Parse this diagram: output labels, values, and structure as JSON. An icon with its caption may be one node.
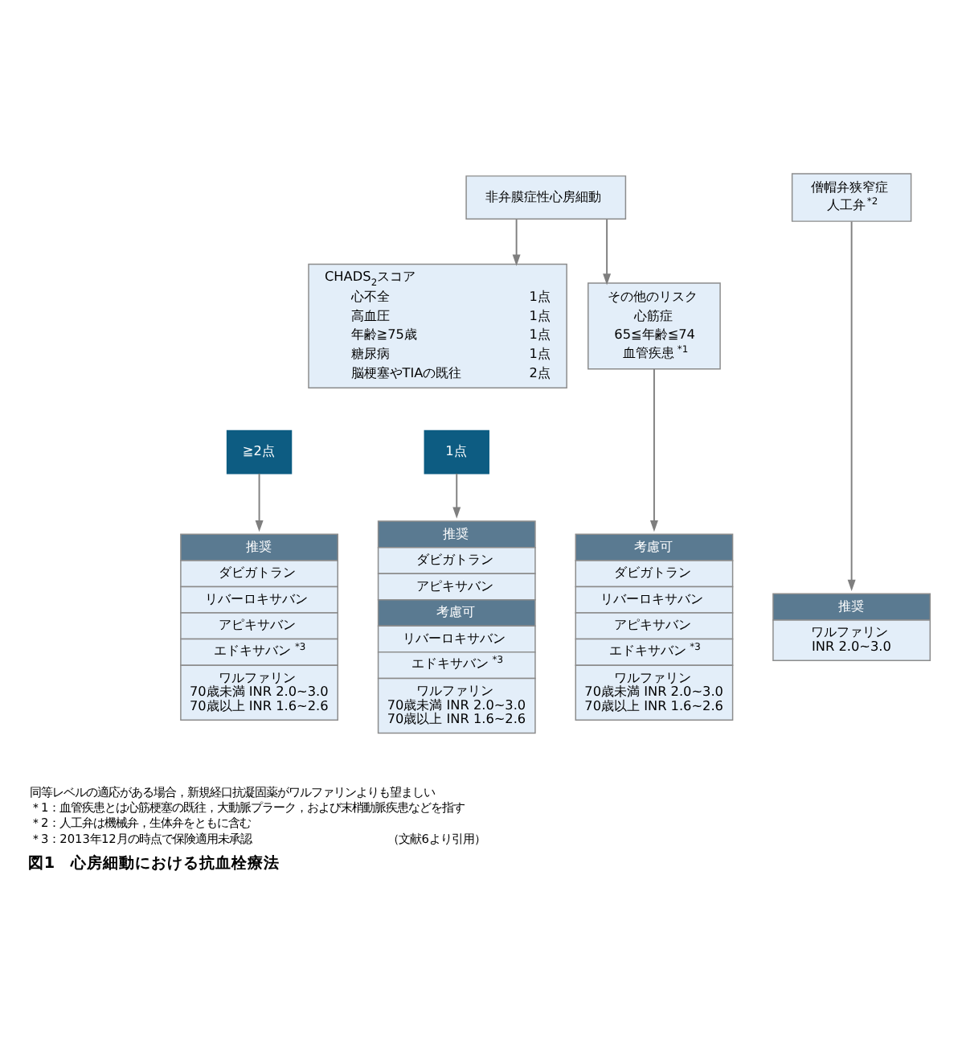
{
  "diagram": {
    "caption": "図1　心房細動における抗血栓療法",
    "nodes": [
      {
        "text": [
          "非弁膜症性心房細動"
        ]
      },
      {
        "text": [
          "僧帽弁狭窄症",
          "人工弁$^{*2}$"
        ]
      },
      {
        "text": [
          "CHADS$_{2}$スコア",
          "心不全",
          "1点",
          "高血圧",
          "1点",
          "年齢≧75歳",
          "1点",
          "糖尿病",
          "1点",
          "脳梗塞やTIAの既往",
          "2点"
        ]
      },
      {
        "text": [
          "その他のリスク",
          "心筋症",
          "65≦年齢≦74",
          "血管疾患$^{*1}$"
        ]
      },
      {
        "text": [
          "≧2点"
        ]
      },
      {
        "text": [
          "1点"
        ]
      },
      {
        "text": [
          "推奨",
          "ダビガトラン",
          "リバーロキサバン",
          "アピキサバン",
          "エドキサバン$^{*3}$",
          "ワルファリン",
          "70歳未満 INR 2.0~3.0",
          "70歳以上 INR 1.6~2.6"
        ]
      },
      {
        "text": [
          "推奨",
          "ダビガトラン",
          "アピキサバン",
          "考慮可",
          "リバーロキサバン",
          "エドキサバン$^{*3}$",
          "ワルファリン",
          "70歳未満 INR 2.0~3.0",
          "70歳以上 INR 1.6~2.6"
        ]
      },
      {
        "text": [
          "考慮可",
          "ダビガトラン",
          "リバーロキサバン",
          "アピキサバン",
          "エドキサバン$^{*3}$",
          "ワルファリン",
          "70歳未満 INR 2.0~3.0",
          "70歳以上 INR 1.6~2.6"
        ]
      },
      {
        "text": [
          "推奨",
          "ワルファリン",
          "INR 2.0~3.0"
        ]
      }
    ],
    "edges": [
      {
        "from": 0,
        "to": 2,
        "arrow": "to"
      },
      {
        "from": 0,
        "to": 3,
        "arrow": "to"
      },
      {
        "from": 4,
        "to": 6,
        "arrow": "to"
      },
      {
        "from": 5,
        "to": 7,
        "arrow": "to"
      },
      {
        "from": 3,
        "to": 8,
        "arrow": "to"
      },
      {
        "from": 1,
        "to": 9,
        "arrow": "to"
      }
    ],
    "labels": [
      "同等レベルの適応がある場合，新規経口抗凝固薬がワルファリンよりも望ましい",
      "＊1：血管疾患とは心筋梗塞の既往，大動脈プラーク，および末梢動脈疾患などを指す",
      "＊2：人工弁は機械弁，生体弁をともに含む",
      "＊3：2013年12月の時点で保険適用未承認",
      "（文献6より引用）"
    ]
  }
}
